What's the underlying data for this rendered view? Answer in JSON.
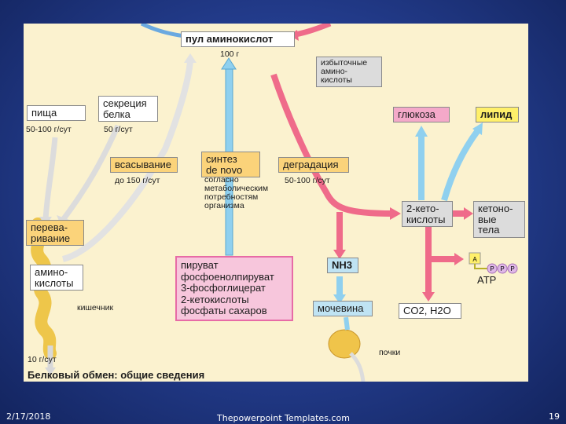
{
  "diagram": {
    "pool": "пул аминокислот",
    "pool_amount": "100 г",
    "excess": "избыточные\nамино-\nкислоты",
    "glucose": "глюкоза",
    "lipid": "липид",
    "food": "пища",
    "food_amount": "50-100 г/сут",
    "secretion": "секреция\nбелка",
    "secretion_amount": "50 г/сут",
    "absorption": "всасывание",
    "absorption_amount": "до 150 г/сут",
    "synthesis": "синтез\nde novo",
    "synthesis_note": "согласно\nметаболическим\nпотребностям\nорганизма",
    "degradation": "деградация",
    "degradation_amount": "50-100 г/сут",
    "keto_acids": "2-кето-\nкислоты",
    "ketone_bodies": "кетоно-\nвые тела",
    "digestion": "перева-\nривание",
    "amino_acids": "амино-\nкислоты",
    "intestine": "кишечник",
    "precursors": "пируват\nфосфоенолпируват\n3-фосфоглицерат\n2-кетокислоты\nфосфаты сахаров",
    "nh3": "NH3",
    "atp": "ATP",
    "atp_a": "A",
    "atp_p": "P",
    "urea": "мочевина",
    "co2_h2o": "CO2, H2O",
    "kidneys": "почки",
    "excretion": "10 г/сут",
    "caption": "Белковый обмен: общие сведения"
  },
  "footer": {
    "date": "2/17/2018",
    "site": "Thepowerpoint Templates.com",
    "page": "19"
  }
}
